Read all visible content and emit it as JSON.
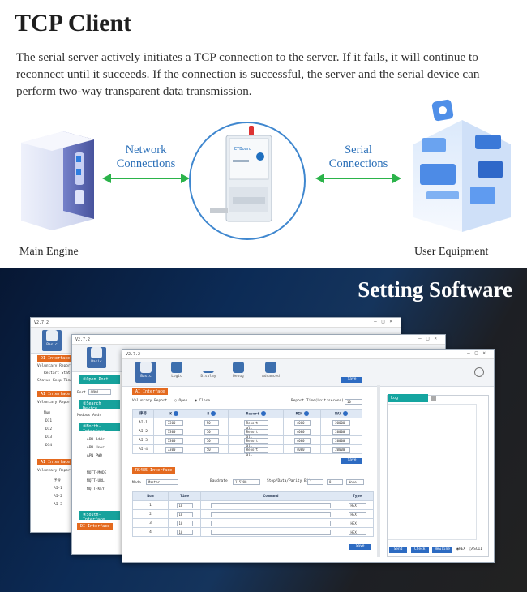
{
  "header": {
    "title": "TCP Client",
    "description": "The serial server actively initiates a TCP connection to the server. If it fails, it will continue to reconnect until it succeeds. If the connection is successful, the server and the serial device can perform two-way transparent data transmission."
  },
  "diagram": {
    "left_label": "Main Engine",
    "right_label": "User Equipment",
    "left_connection": "Network\nConnections",
    "right_connection": "Serial\nConnections"
  },
  "software": {
    "title": "Setting Software",
    "version": "V2.7.2",
    "nav": [
      "Basic",
      "Logic",
      "Display",
      "Debug",
      "Advanced"
    ],
    "ai_header": "AI Interface",
    "voluntary_report": "Voluntary Report",
    "open": "Open",
    "close": "Close",
    "report_time_label": "Report Time(Unit:second)",
    "report_time": "10",
    "ai_cols": [
      "序号",
      "K",
      "B",
      "Report",
      "MIN",
      "MAX"
    ],
    "ai_rows": [
      [
        "AI-1",
        "3300",
        "50",
        "Report all",
        "4000",
        "20000"
      ],
      [
        "AI-2",
        "3300",
        "50",
        "Report all",
        "4000",
        "20000"
      ],
      [
        "AI-3",
        "3300",
        "50",
        "Report all",
        "4000",
        "20000"
      ],
      [
        "AI-4",
        "3300",
        "50",
        "Report all",
        "4000",
        "20000"
      ]
    ],
    "save": "Save",
    "rs485_header": "RS485 Interface",
    "mode_label": "Mode",
    "mode": "Master",
    "baud_label": "Baudrate",
    "baud": "115200",
    "stop_label": "Stop/Data/Parity Bit",
    "stop": "1",
    "data_bits": "8",
    "parity": "None",
    "rs_cols": [
      "Num",
      "Time",
      "Command",
      "Type"
    ],
    "rs_rows": [
      [
        "1",
        "10",
        "HEX"
      ],
      [
        "2",
        "10",
        "HEX"
      ],
      [
        "3",
        "10",
        "HEX"
      ],
      [
        "4",
        "10",
        "HEX"
      ]
    ],
    "log_label": "Log",
    "log_buttons": [
      "Send",
      "Check",
      "Newline"
    ],
    "hex": "HEX",
    "ascii": "ASCII",
    "win2": {
      "open_port": "①Open Port",
      "port_label": "Port",
      "port": "COM4",
      "search": "②Search Device",
      "modbus": "Modbus Addr",
      "north": "③North-Interface",
      "apn_addr": "APN Addr",
      "apn_user": "APN User",
      "apn_pwd": "APN PWD",
      "mqtt_mode": "MQTT-MODE",
      "mqtt_url": "MQTT-URL",
      "mqtt_key": "MQTT-KEY",
      "south": "④South-Interface",
      "di": "DI Interface"
    },
    "win1": {
      "di": "DI Interface",
      "vr": "Voluntary Report",
      "restart": "Restart Status",
      "status_keep": "Status Keep Time",
      "ai": "AI Interface",
      "vr2": "Voluntary Report",
      "num": "Num",
      "rows": [
        "DI1",
        "DI2",
        "DI3",
        "DI4"
      ],
      "ai2": "AI Interface",
      "vr3": "Voluntary Report",
      "seq": "序号",
      "airows": [
        "AI-1",
        "AI-2",
        "AI-3"
      ]
    }
  },
  "colors": {
    "arrow": "#2bb34a",
    "accent_blue": "#2d6bc2",
    "teal": "#15a5a0",
    "orange": "#e46a1f"
  }
}
